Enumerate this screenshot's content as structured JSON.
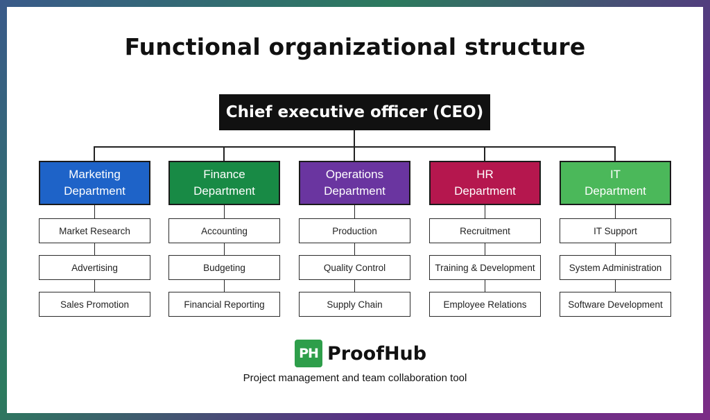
{
  "title": "Functional organizational structure",
  "ceo": "Chief executive officer (CEO)",
  "departments": [
    {
      "line1": "Marketing",
      "line2": "Department",
      "color": "#1e63c8",
      "items": [
        "Market Research",
        "Advertising",
        "Sales Promotion"
      ]
    },
    {
      "line1": "Finance",
      "line2": "Department",
      "color": "#188a45",
      "items": [
        "Accounting",
        "Budgeting",
        "Financial Reporting"
      ]
    },
    {
      "line1": "Operations",
      "line2": "Department",
      "color": "#6a35a0",
      "items": [
        "Production",
        "Quality Control",
        "Supply Chain"
      ]
    },
    {
      "line1": "HR",
      "line2": "Department",
      "color": "#b5174e",
      "items": [
        "Recruitment",
        "Training & Development",
        "Employee Relations"
      ]
    },
    {
      "line1": "IT",
      "line2": "Department",
      "color": "#4bb85a",
      "items": [
        "IT Support",
        "System Administration",
        "Software Development"
      ]
    }
  ],
  "brand": {
    "logo_mark": "PH",
    "name": "ProofHub",
    "tagline": "Project management and team collaboration tool",
    "color": "#2e9e4a"
  }
}
